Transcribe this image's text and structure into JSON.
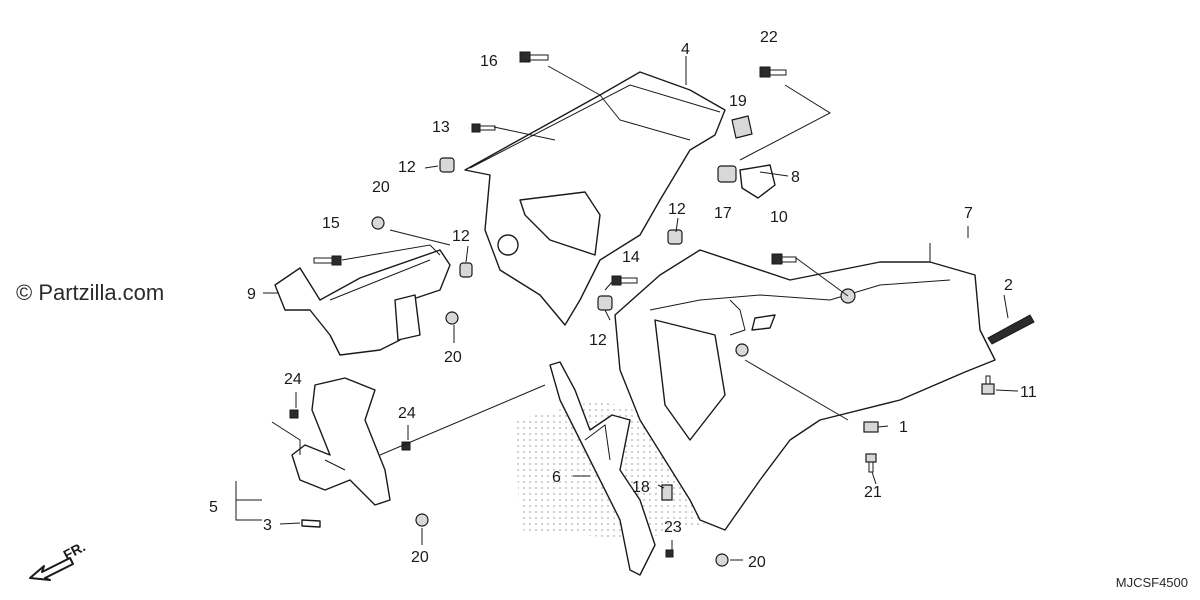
{
  "watermark": "© Partzilla.com",
  "diagram_code": "MJCSF4500",
  "direction_label": "FR.",
  "callouts": {
    "c1": "1",
    "c2": "2",
    "c3": "3",
    "c4": "4",
    "c5": "5",
    "c6": "6",
    "c7": "7",
    "c8": "8",
    "c9": "9",
    "c10": "10",
    "c11": "11",
    "c12a": "12",
    "c12b": "12",
    "c12c": "12",
    "c12d": "12",
    "c13": "13",
    "c14": "14",
    "c15": "15",
    "c16": "16",
    "c17": "17",
    "c18": "18",
    "c19": "19",
    "c20a": "20",
    "c20b": "20",
    "c20c": "20",
    "c20d": "20",
    "c21": "21",
    "c22": "22",
    "c23": "23",
    "c24a": "24",
    "c24b": "24"
  }
}
